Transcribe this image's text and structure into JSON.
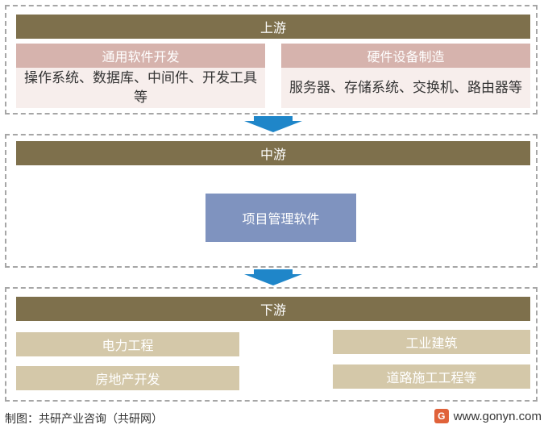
{
  "upstream": {
    "title": "上游",
    "left": {
      "head": "通用软件开发",
      "body": "操作系统、数据库、中间件、开发工具等"
    },
    "right": {
      "head": "硬件设备制造",
      "body": "服务器、存储系统、交换机、路由器等"
    }
  },
  "midstream": {
    "title": "中游",
    "center": "项目管理软件"
  },
  "downstream": {
    "title": "下游",
    "items": [
      "电力工程",
      "工业建筑",
      "房地产开发",
      "道路施工工程等"
    ]
  },
  "footer": {
    "source": "制图：共研产业咨询（共研网）",
    "logo": "G",
    "website": "www.gonyn.com"
  },
  "colors": {
    "bar": "#7e704c",
    "pink_head": "#d6b3ad",
    "pink_body": "#f7eeec",
    "blue_box": "#7f93bf",
    "tan": "#d4c8a9",
    "arrow": "#1f86c9"
  }
}
